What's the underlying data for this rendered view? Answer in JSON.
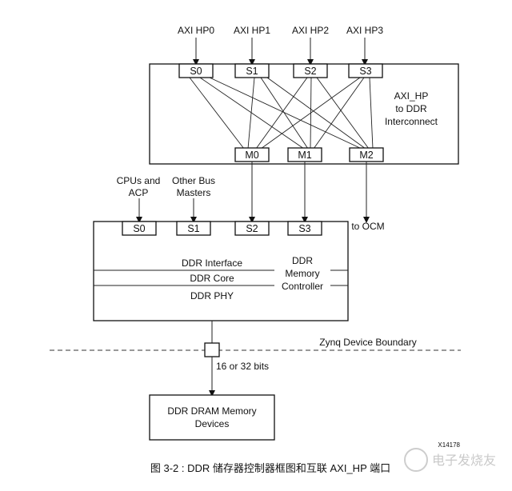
{
  "interconnect": {
    "inputs": [
      "AXI HP0",
      "AXI HP1",
      "AXI HP2",
      "AXI HP3"
    ],
    "slave_ports": [
      "S0",
      "S1",
      "S2",
      "S3"
    ],
    "title_lines": [
      "AXI_HP",
      "to DDR",
      "Interconnect"
    ],
    "master_ports": [
      "M0",
      "M1",
      "M2"
    ]
  },
  "controller": {
    "input_labels": {
      "cpus_line1": "CPUs and",
      "cpus_line2": "ACP",
      "other_line1": "Other Bus",
      "other_line2": "Masters"
    },
    "ports": [
      "S0",
      "S1",
      "S2",
      "S3"
    ],
    "to_ocm": "to OCM",
    "layers": [
      "DDR Interface",
      "DDR Core",
      "DDR PHY"
    ],
    "title_lines": [
      "DDR",
      "Memory",
      "Controller"
    ]
  },
  "boundary": {
    "label": "Zynq Device Boundary",
    "bus_width": "16 or 32 bits"
  },
  "dram": {
    "lines": [
      "DDR DRAM Memory",
      "Devices"
    ]
  },
  "figure_id": "X14178",
  "caption": "图 3-2 : DDR 储存器控制器框图和互联 AXI_HP 端口",
  "watermark": "电子发烧友"
}
